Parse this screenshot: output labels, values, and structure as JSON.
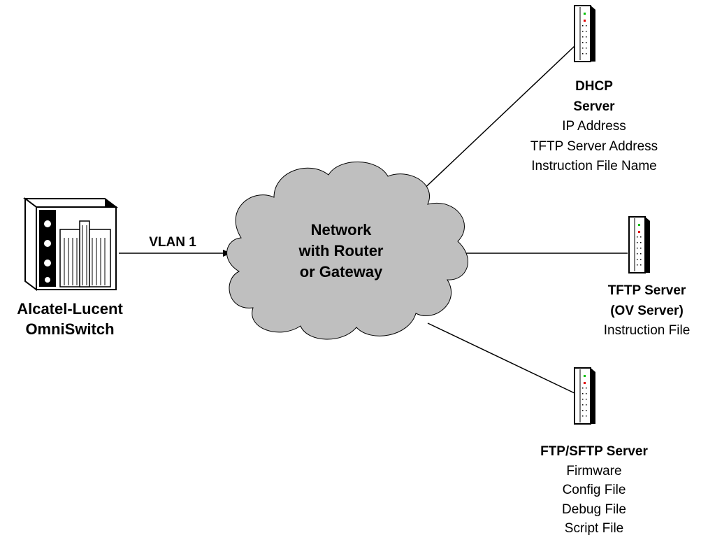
{
  "switch": {
    "name_line1": "Alcatel-Lucent",
    "name_line2": "OmniSwitch"
  },
  "link_label": "VLAN 1",
  "network": {
    "line1": "Network",
    "line2": "with Router",
    "line3": "or Gateway"
  },
  "dhcp": {
    "title_line1": "DHCP",
    "title_line2": "Server",
    "items": [
      "IP Address",
      "TFTP Server Address",
      "Instruction File Name"
    ]
  },
  "tftp": {
    "title_line1": "TFTP Server",
    "title_line2": "(OV Server)",
    "items": [
      "Instruction File"
    ]
  },
  "ftp": {
    "title": "FTP/SFTP Server",
    "items": [
      "Firmware",
      "Config File",
      "Debug File",
      "Script File"
    ]
  },
  "colors": {
    "cloud_fill": "#bfbfbf",
    "line": "#000000",
    "led_green": "#00c000",
    "led_red": "#e00000"
  }
}
